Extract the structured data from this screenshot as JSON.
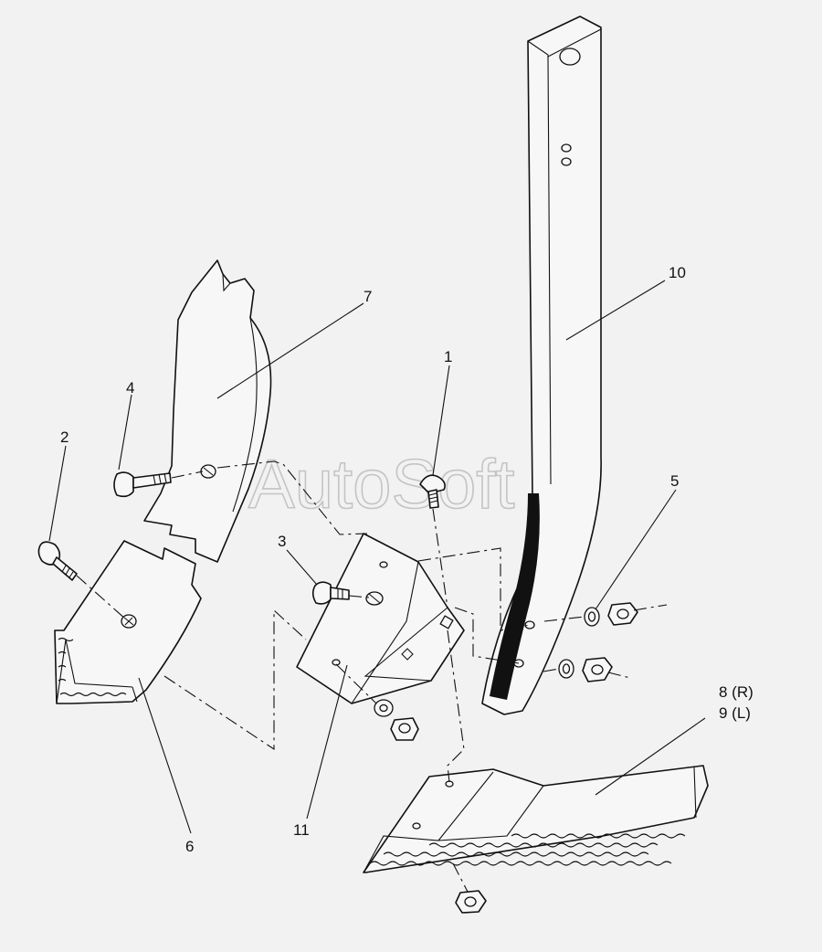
{
  "watermark": "AutoSoft",
  "callouts": {
    "c1": "1",
    "c2": "2",
    "c3": "3",
    "c4": "4",
    "c5": "5",
    "c6": "6",
    "c7": "7",
    "c8": "8 (R)",
    "c9": "9 (L)",
    "c10": "10",
    "c11": "11"
  }
}
